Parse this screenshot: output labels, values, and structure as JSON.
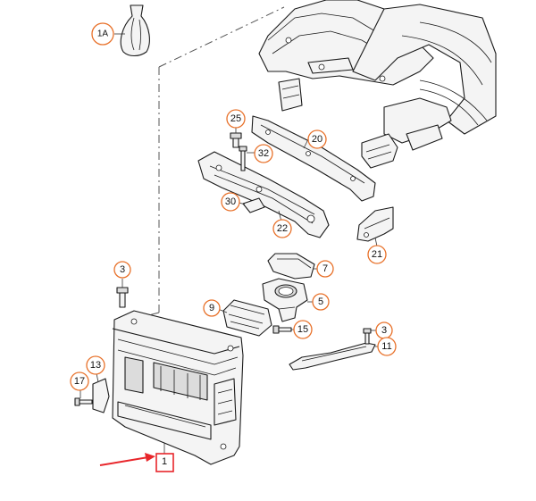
{
  "callouts": {
    "c1a": "1A",
    "c25": "25",
    "c20": "20",
    "c32": "32",
    "c30": "30",
    "c22": "22",
    "c21": "21",
    "c3a": "3",
    "c7": "7",
    "c5": "5",
    "c9": "9",
    "c15": "15",
    "c3b": "3",
    "c11": "11",
    "c13": "13",
    "c17": "17",
    "c1": "1"
  },
  "colors": {
    "callout_ring": "#e8712a",
    "highlight_box": "#e8262b",
    "arrow": "#e8262b"
  }
}
